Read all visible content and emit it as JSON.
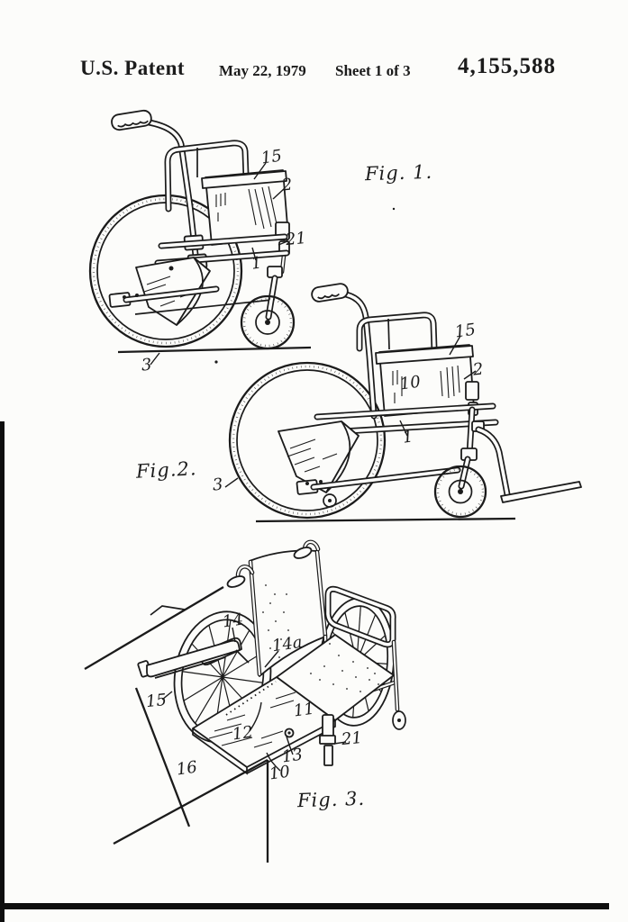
{
  "page": {
    "paper_color": "#fcfcfa",
    "ink_color": "#1b1b1b"
  },
  "header": {
    "title": "U.S. Patent",
    "date": "May 22, 1979",
    "sheet": "Sheet 1 of 3",
    "patent_number": "4,155,588"
  },
  "fig1": {
    "caption": "Fig. 1.",
    "labels": {
      "n15": "15",
      "n2": "2",
      "n21": "21",
      "n1": "1",
      "n3": "3"
    }
  },
  "fig2": {
    "caption": "Fig.2.",
    "labels": {
      "n15": "15",
      "n2": "2",
      "n10": "10",
      "n1": "1",
      "n3": "3"
    }
  },
  "fig3": {
    "caption": "Fig. 3.",
    "labels": {
      "n14": "14",
      "n14a": "14a",
      "n15": "15",
      "n11": "11",
      "n12": "12",
      "n13": "13",
      "n21": "21",
      "n16": "16",
      "n10": "10"
    }
  }
}
